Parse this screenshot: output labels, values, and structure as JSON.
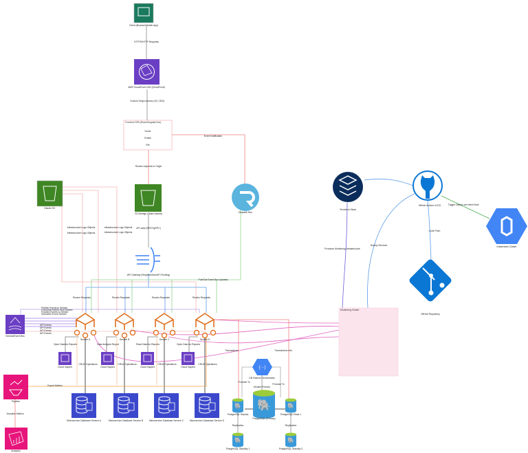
{
  "colors": {
    "aws_green": "#3f8624",
    "aws_purple": "#6b3fc4",
    "aws_orange": "#e07020",
    "db_blue": "#3b48cc",
    "pink": "#e7157b",
    "gcp_blue": "#4285f4",
    "github_blue": "#0a77d4",
    "navy": "#0b2d5b",
    "edge_red": "#f08080",
    "edge_blue": "#5a9be8",
    "edge_green": "#8fd48f",
    "edge_magenta": "#e060c0"
  },
  "nodes": {
    "client": "Client (Browser/Mobile App)",
    "cdn": "AWS CloudFront CDN (CloudFront)",
    "frontend": {
      "title": "Frontend SPA (React/Angular/Vue)",
      "items": [
        "Home",
        "Profile",
        "File"
      ]
    },
    "bucket_left": "Glacier S3",
    "bucket_main": "S3 Storage (Static Assets)",
    "recovery": "Dispatch Bus",
    "gateway": "API Gateway (Request/Auth/API Routing)",
    "stream": "Kinesis/Event Bus",
    "services": [
      "Service A",
      "Service B",
      "Service C",
      "Service D"
    ],
    "workers": [
      "Cloud Inspect",
      "Cloud Inspect",
      "Cloud Inspect",
      "Cloud Inspect"
    ],
    "databases": [
      "Microservice Database Service A",
      "Microservice Database Service B",
      "Microservice Database Service C",
      "Microservice Database Service D"
    ],
    "pipeline": "Pipeline",
    "analytics": "Analytics",
    "function": "DB Failover Orchestrator",
    "pg_primary": "PostgreSQL (Primary)",
    "pg_replica1": "PostgreSQL Replica",
    "pg_replica2": "PostgreSQL Read 1",
    "pg_standby1": "PostgreSQL Standby 1",
    "pg_standby2": "PostgreSQL Standby 2",
    "monitor": "Monitoring Cluster",
    "layers": "Terraform Stack",
    "github": "GitHub Actions CI/CD",
    "gcp": "Kubernetes Cluster",
    "git": "GitHub Repository"
  },
  "edges": {
    "client_cdn": "HTTPS/HTTP Requests",
    "cdn_frontend": "Custom Origin Access (S3, CDN)",
    "frontend_bucket": "Routes requests to Origin",
    "bucket_gateway": "API calls (REST/gRPC)",
    "recovery_frontend": "Event Notification",
    "replication": [
      "Infrastructure Logs Objects",
      "Infrastructure Logs Objects",
      "Infrastructure Logs Objects",
      "Infrastructure Logs Objects"
    ],
    "route_requests": [
      "Routes Requests",
      "Routes Requests",
      "Routes Requests",
      "Routes Requests"
    ],
    "event_bus": "Pub/Sub Event Bus Updates",
    "stream_links": [
      "Publish Events to Stream",
      "Consume Events from Stream",
      "Forward Events to Stream",
      "Subscribe Event Stream"
    ],
    "stream_short": [
      "API Events",
      "API Events",
      "API Events",
      "API Events"
    ],
    "worker_links": [
      "Open Data for Reports",
      "Data Analysis Report",
      "Read Data for Reports",
      "Open Data for Reports"
    ],
    "crud": [
      "CRUD Operations",
      "CRUD Operations",
      "CRUD Operations",
      "CRUD Operations"
    ],
    "pipeline_edge": "Export Metrics",
    "analytics_edge": "Visualize Metrics",
    "transactions": [
      "Transactions",
      "Transactions Info"
    ],
    "promote": [
      "Promote To",
      "Promote To"
    ],
    "monitor_primary": "Monitor Primary",
    "replication_db": [
      "Replication",
      "Replication"
    ],
    "monitor_layers": "Provision Monitoring Infrastructure",
    "deploy": "Deploy Services",
    "git_push": "Code Push",
    "trigger": "Trigger Deploy via Helm/Yaml"
  }
}
